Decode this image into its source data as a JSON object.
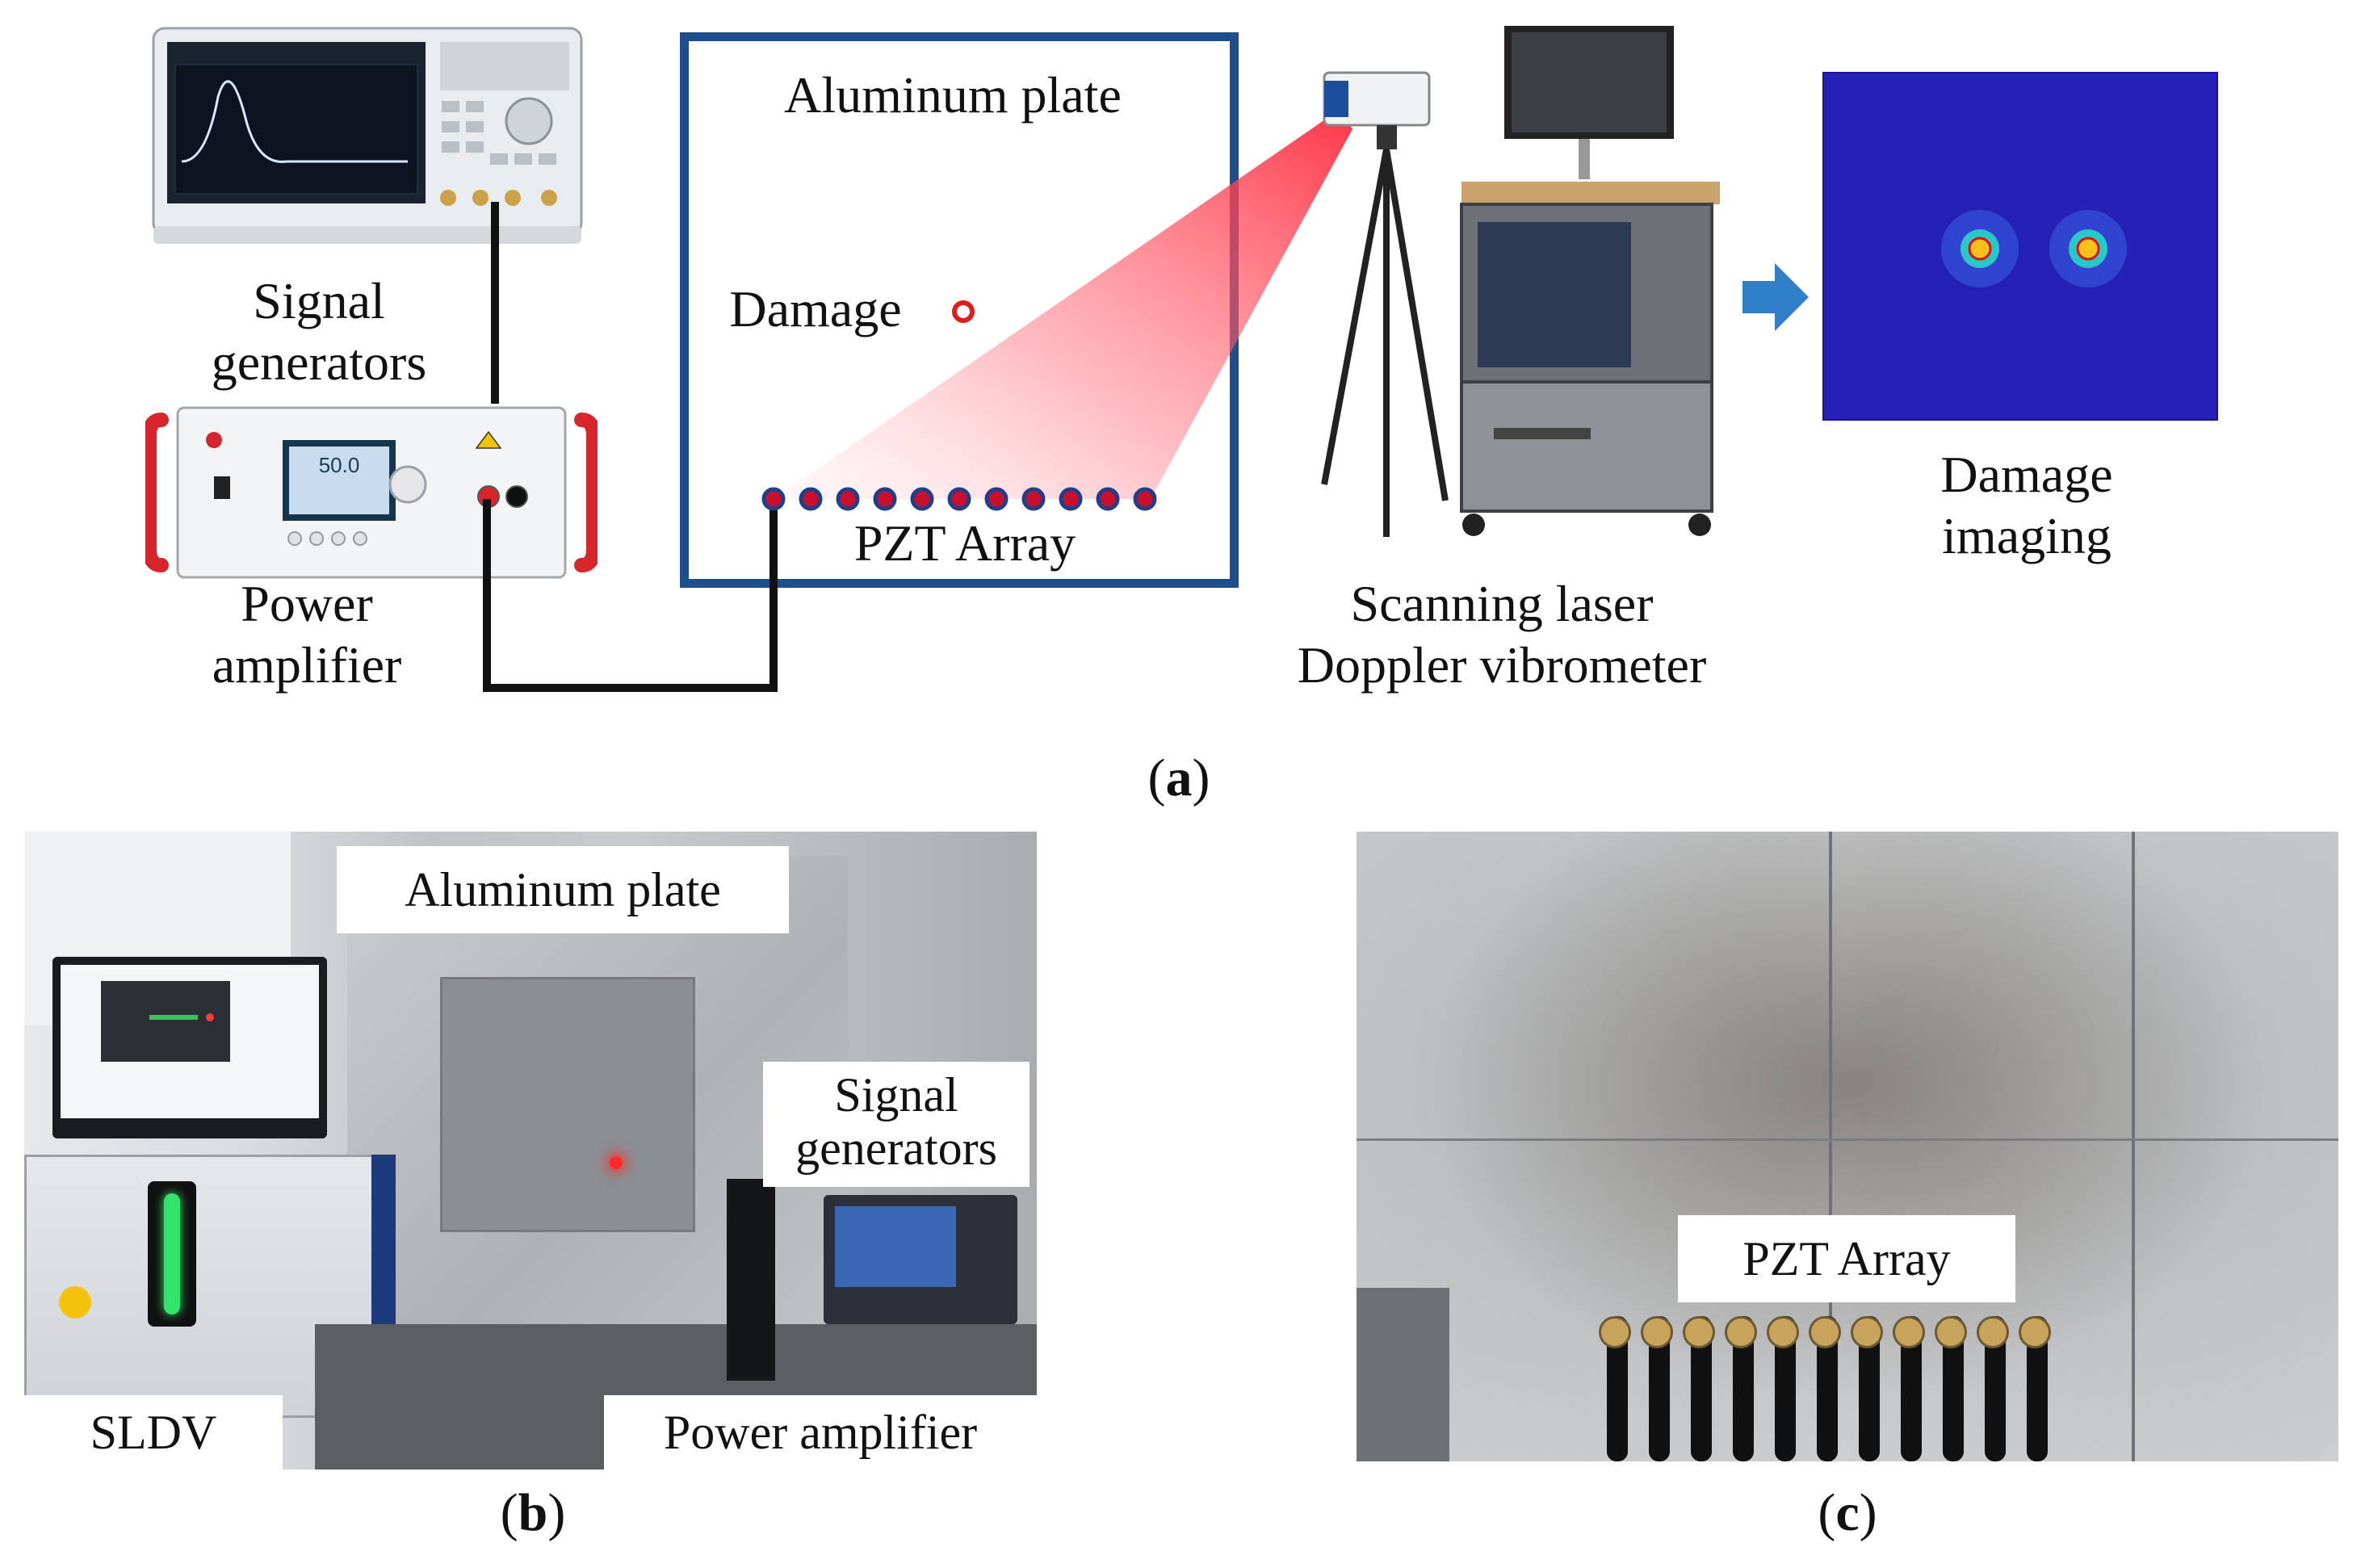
{
  "panel_a": {
    "signal_generators_label": [
      "Signal",
      "generators"
    ],
    "power_amplifier_label": [
      "Power",
      "amplifier"
    ],
    "plate_title": "Aluminum plate",
    "damage_label": "Damage",
    "pzt_array_label": "PZT Array",
    "sldv_label": [
      "Scanning laser",
      "Doppler vibrometer"
    ],
    "damage_imaging_label": [
      "Damage",
      "imaging"
    ],
    "amplifier_display_value": "50.0",
    "caption_open": "(",
    "caption_letter": "a",
    "caption_close": ")",
    "pzt_count": 11
  },
  "panel_b": {
    "aluminum_plate_label": "Aluminum plate",
    "signal_generators_label": [
      "Signal",
      "generators"
    ],
    "sldv_label": "SLDV",
    "power_amplifier_label": "Power amplifier",
    "caption_open": "(",
    "caption_letter": "b",
    "caption_close": ")"
  },
  "panel_c": {
    "pzt_array_label": "PZT Array",
    "caption_open": "(",
    "caption_letter": "c",
    "caption_close": ")",
    "cable_count": 11
  },
  "colors": {
    "plate_border": "#1f4e8c",
    "pzt_dot": "#c8102e",
    "pzt_ring": "#1f3f8a",
    "arrow": "#2f7fc9",
    "laser_beam": "#ff4a5a",
    "damage_map_bg": "#2420b8",
    "amplifier_handle": "#d7262b"
  }
}
